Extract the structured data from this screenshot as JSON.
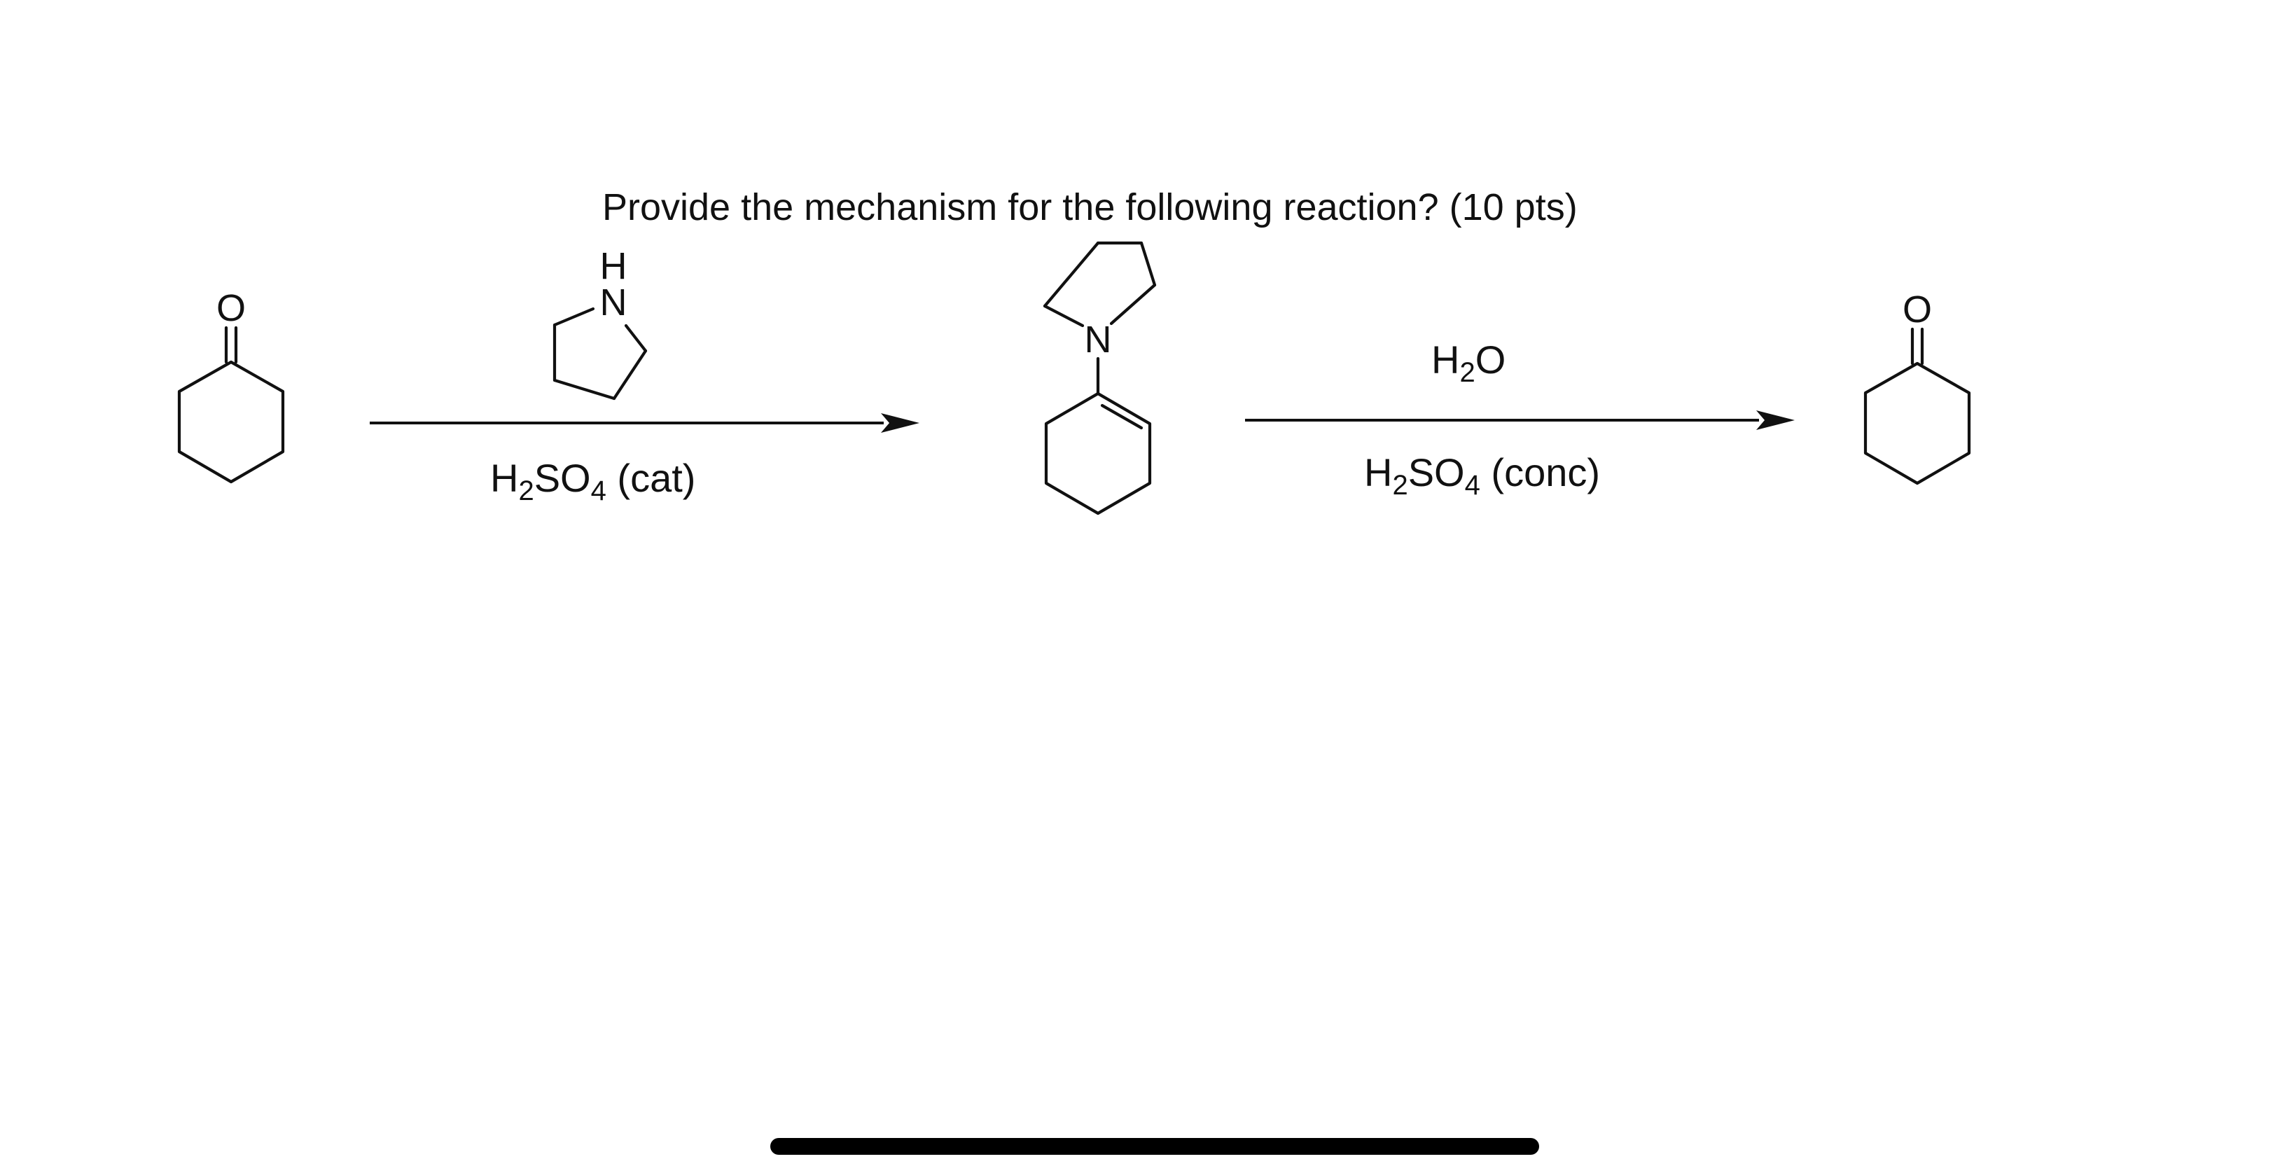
{
  "question": "Provide the mechanism for the following reaction? (10 pts)",
  "molecules": {
    "cyclohexanone_start": {
      "oxygen_label": "O"
    },
    "pyrrolidine": {
      "nitrogen_label": "N",
      "hydrogen_label": "H"
    },
    "enamine": {
      "nitrogen_label": "N"
    },
    "cyclohexanone_product": {
      "oxygen_label": "O"
    }
  },
  "step1": {
    "below_main": "H",
    "below_sub1": "2",
    "below_mid": "SO",
    "below_sub2": "4",
    "below_tail": " (cat)"
  },
  "step2": {
    "above_main": "H",
    "above_sub": "2",
    "above_tail": "O",
    "below_main": "H",
    "below_sub1": "2",
    "below_mid": "SO",
    "below_sub2": "4",
    "below_tail": " (conc)"
  },
  "colors": {
    "ink": "#111111",
    "background": "#ffffff",
    "home_indicator": "#000000"
  }
}
